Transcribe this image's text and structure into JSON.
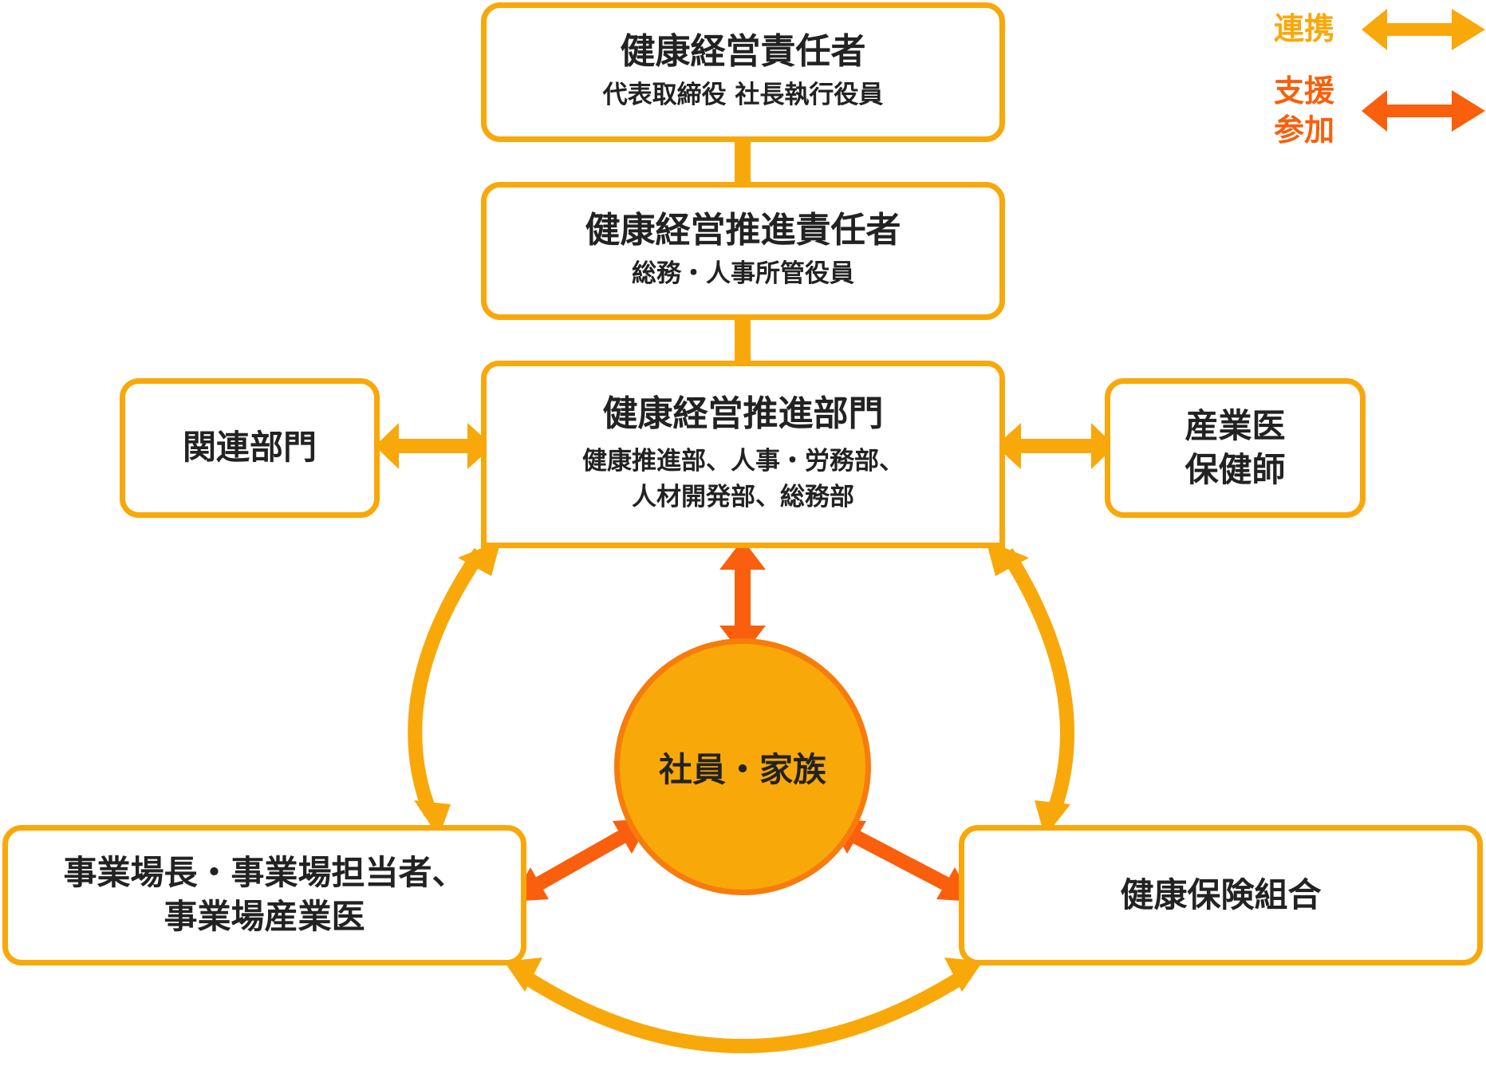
{
  "colors": {
    "collab": "#f9a80a",
    "support": "#f95f0c",
    "circle_border": "#f77c0c"
  },
  "legend": {
    "collab_label": "連携",
    "support_label_line1": "支援",
    "support_label_line2": "参加"
  },
  "top_box": {
    "title": "健康経営責任者",
    "subtitle": "代表取締役 社長執行役員"
  },
  "second_box": {
    "title": "健康経営推進責任者",
    "subtitle": "総務・人事所管役員"
  },
  "center_box": {
    "title": "健康経営推進部門",
    "subtitle_line1": "健康推進部、人事・労務部、",
    "subtitle_line2": "人材開発部、総務部"
  },
  "left_box": {
    "label": "関連部門"
  },
  "right_box": {
    "line1": "産業医",
    "line2": "保健師"
  },
  "circle": {
    "label": "社員・家族"
  },
  "bottom_left_box": {
    "line1": "事業場長・事業場担当者、",
    "line2": "事業場産業医"
  },
  "bottom_right_box": {
    "label": "健康保険組合"
  }
}
